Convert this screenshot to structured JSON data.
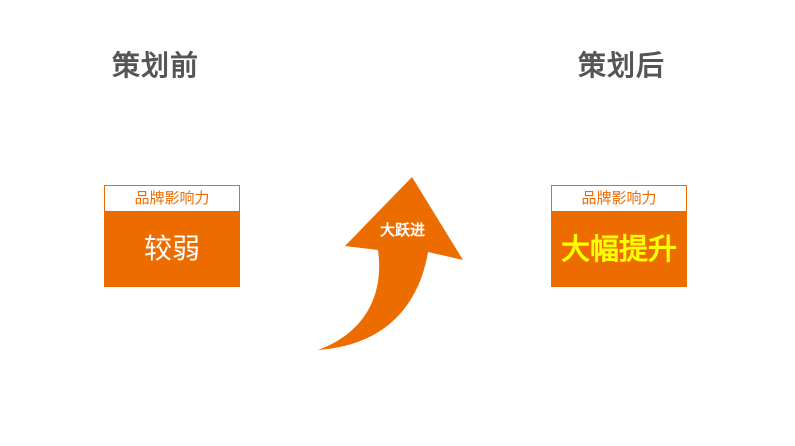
{
  "slide": {
    "before": {
      "heading": "策划前",
      "label": "品牌影响力",
      "value": "较弱"
    },
    "after": {
      "heading": "策划后",
      "label": "品牌影响力",
      "value": "大幅提升"
    },
    "arrow": {
      "text": "大跃进"
    },
    "colors": {
      "accent": "#ED6C00",
      "heading": "#555555",
      "highlight": "#FFFF00"
    }
  }
}
